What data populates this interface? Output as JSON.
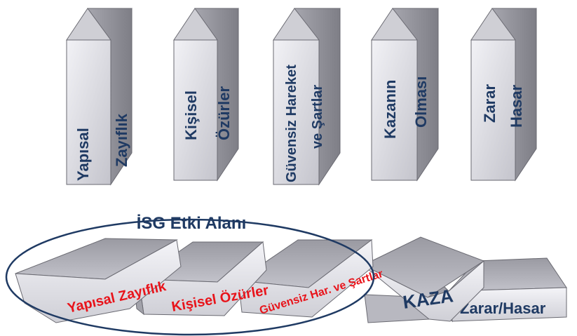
{
  "standing_blocks": [
    {
      "line1": "Yapısal",
      "line2": "Zayıflık"
    },
    {
      "line1": "Kişisel",
      "line2": "Özürler"
    },
    {
      "line1": "Güvensiz Hareket",
      "line2": "ve Şartlar"
    },
    {
      "line1": "Kazanın",
      "line2": "Olması"
    },
    {
      "line1": "Zarar",
      "line2": "Hasar"
    }
  ],
  "zone": {
    "label": "İSG Etki Alanı"
  },
  "fallen_blocks": [
    {
      "label": "Yapısal  Zayıflık"
    },
    {
      "label": "Kişisel Özürler"
    },
    {
      "label": "Güvensiz Har. ve Şartlar"
    },
    {
      "label": "KAZA"
    },
    {
      "label": "Zarar/Hasar"
    }
  ],
  "colors": {
    "front_light": "#dcdce2",
    "side_dark": "#8f8f96",
    "top_face": "#c8c8ce",
    "outline": "#5a5a62",
    "ellipse": "#1f3a63",
    "text_blue": "#1f3a63",
    "text_red": "#e8141b"
  }
}
